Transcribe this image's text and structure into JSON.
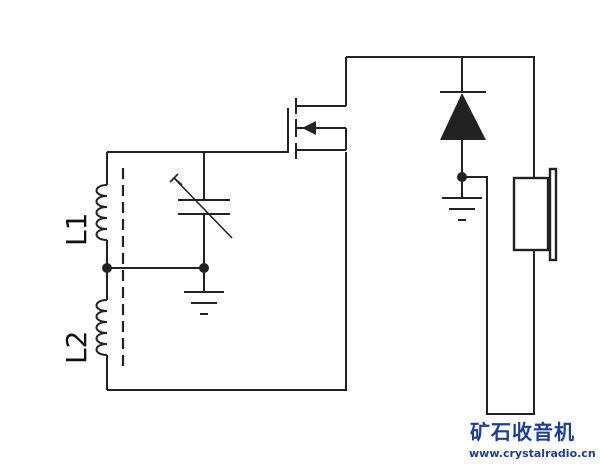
{
  "labels": {
    "L1": "L1",
    "L2": "L2"
  },
  "watermark": {
    "brand": "矿石收音机",
    "url": "www.crystalradio.cn"
  },
  "colors": {
    "ink": "#222222",
    "watermark": "#1d3f8f",
    "background": "#ffffff"
  }
}
